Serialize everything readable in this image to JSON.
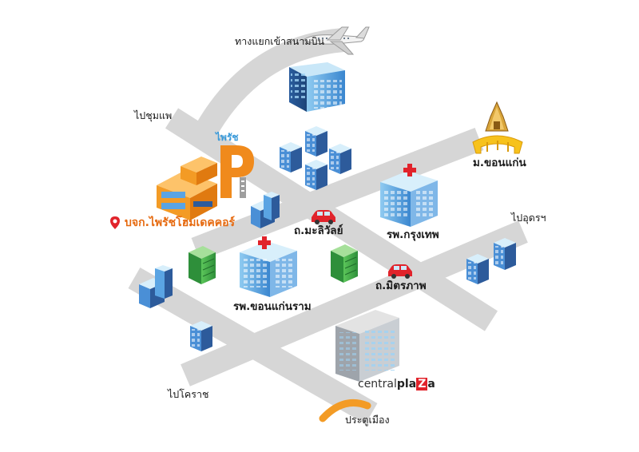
{
  "colors": {
    "road": "#d5d5d5",
    "building_blue": "#5aa4e3",
    "building_dark": "#2d5b9b",
    "building_light": "#bfe3f7",
    "brand_orange": "#f08a1c",
    "brand_blue": "#3a9ad9",
    "hospital_cross": "#e1232b",
    "green_building": "#3fae49",
    "car_red": "#e1232b",
    "gold": "#f7c21c",
    "plaza_red": "#e1232b"
  },
  "labels": {
    "airport_junction": "ทางแยกเข้าสนามบิน",
    "to_chumphae": "ไปชุมแพ",
    "kku": "ม.ขอนแก่น",
    "company": "บจก.ไพรัชโฮมเดคคอร์",
    "mali_wan_rd": "ถ.มะลิวัลย์",
    "bangkok_hospital": "รพ.กรุงเทพ",
    "to_udon": "ไปอุดรฯ",
    "mittraphap_rd": "ถ.มิตรภาพ",
    "khonkaen_ram_hospital": "รพ.ขอนแก่นราม",
    "to_korat": "ไปโคราช",
    "city_gate": "ประตูเมือง"
  },
  "brand": {
    "name_small": "ไพรัช",
    "logo_letter": "P"
  },
  "central_plaza": {
    "part1": "central",
    "part2_a": "pla",
    "part2_z": "Z",
    "part2_b": "a"
  },
  "icons": {
    "airplane": "airplane-icon",
    "location_pin": "location-pin-icon",
    "hospital": "hospital-cross-icon",
    "car": "car-icon",
    "temple": "kku-landmark-icon",
    "gate": "city-gate-arch-icon"
  }
}
